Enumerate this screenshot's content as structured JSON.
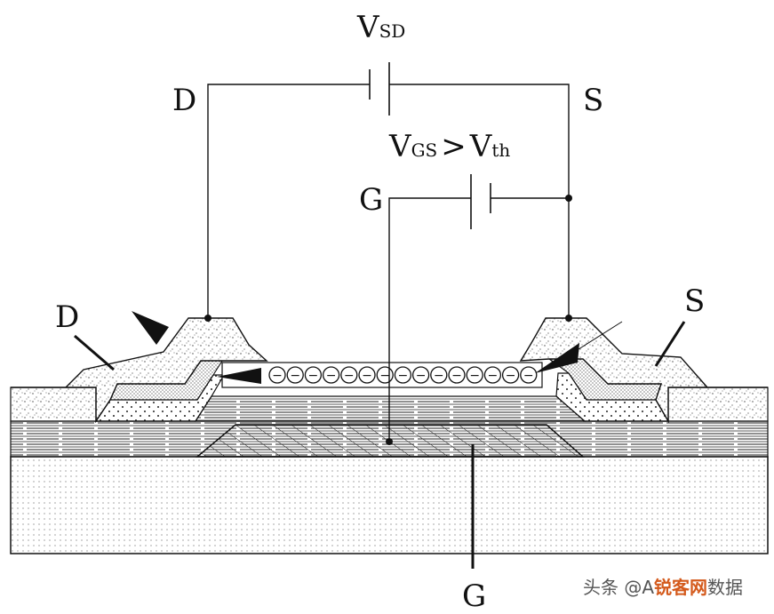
{
  "labels": {
    "vsd_main": "V",
    "vsd_sub": "SD",
    "drain_top": "D",
    "source_top": "S",
    "vgs_main": "V",
    "vgs_sub": "GS",
    "vgs_gt": ">",
    "vth_main": "V",
    "vth_sub": "th",
    "gate_top": "G",
    "drain_device": "D",
    "source_device": "S",
    "gate_bottom": "G"
  },
  "electron_symbol": "−",
  "electron_count": 15,
  "watermark": {
    "prefix": "头条 @A",
    "brand": "锐客网",
    "suffix": "数据"
  },
  "colors": {
    "line": "#111111",
    "brand": "#d45a1c"
  }
}
